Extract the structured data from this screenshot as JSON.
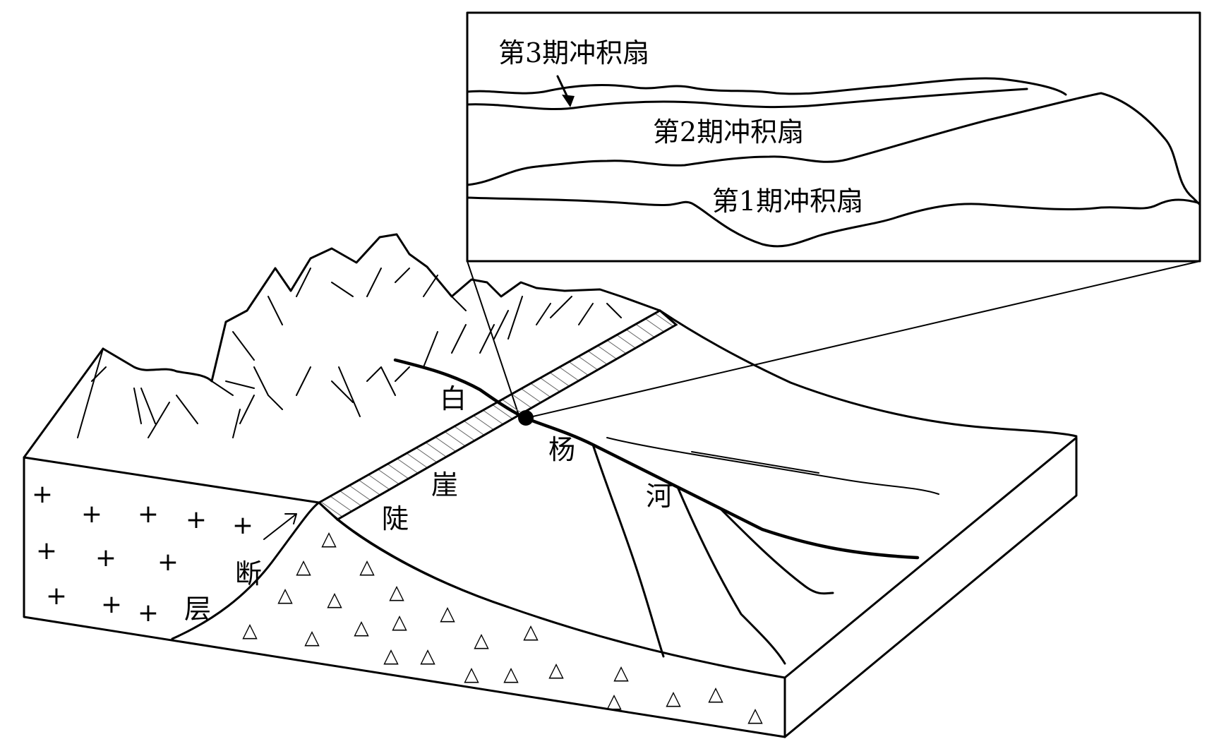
{
  "inset": {
    "fan3": "第3期冲积扇",
    "fan2": "第2期冲积扇",
    "fan1": "第1期冲积扇"
  },
  "labels": {
    "river_char1": "白",
    "river_char2": "杨",
    "river_char3": "河",
    "scarp_char1": "陡",
    "scarp_char2": "崖",
    "fault_char1": "断",
    "fault_char2": "层"
  },
  "symbols": {
    "bedrock": "+",
    "deposit": "△"
  }
}
